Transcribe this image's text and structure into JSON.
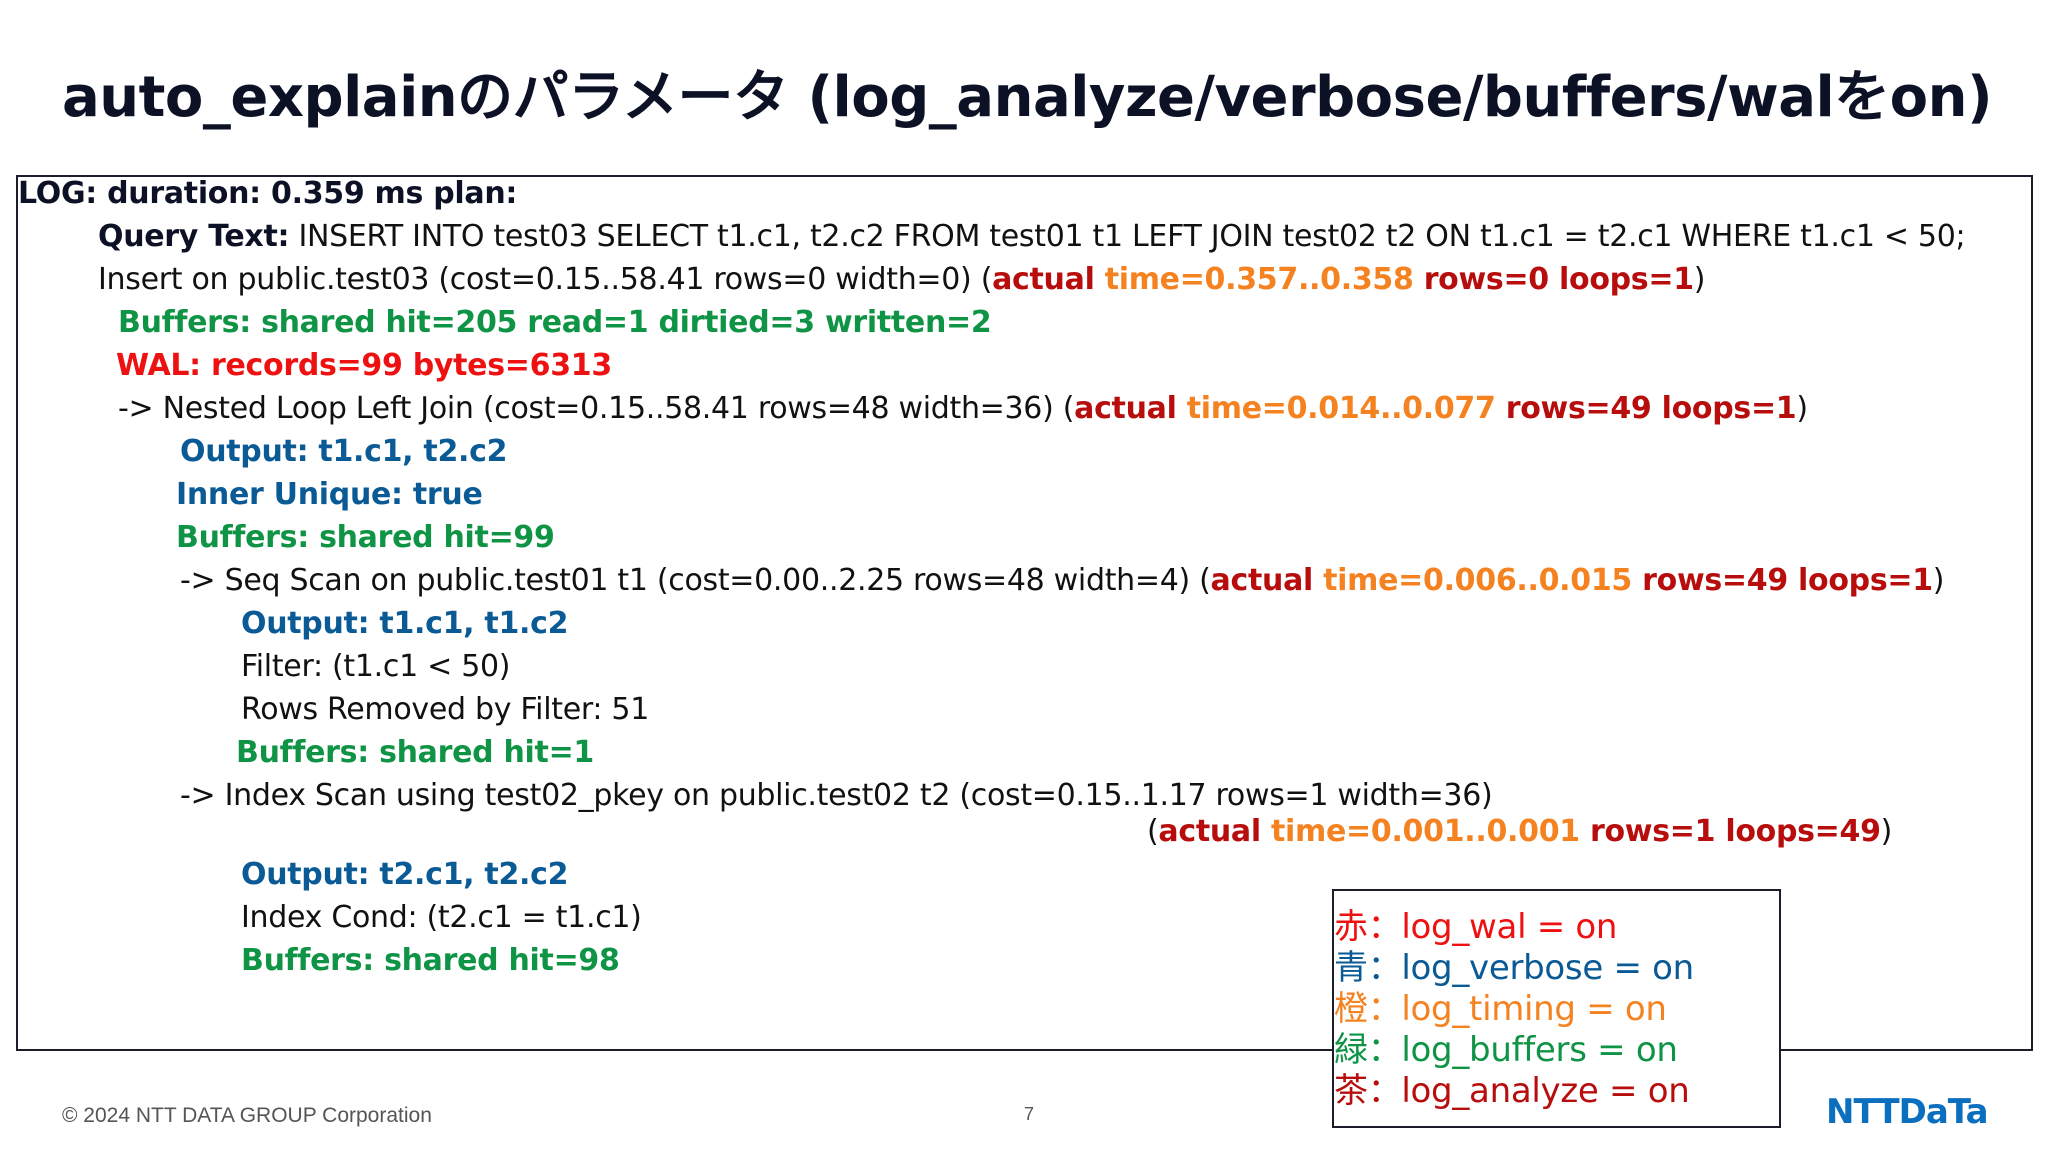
{
  "slide": {
    "title": "auto_explainのパラメータ (log_analyze/verbose/buffers/walをon)",
    "page_number": "7",
    "copyright": "© 2024 NTT DATA GROUP Corporation",
    "logo_text": "NTTDaTa"
  },
  "plan": {
    "log_line": "LOG:  duration: 0.359 ms  plan:",
    "query_label": "Query Text:",
    "query_text": " INSERT INTO test03 SELECT t1.c1, t2.c2 FROM test01 t1 LEFT JOIN test02 t2 ON t1.c1 = t2.c1 WHERE t1.c1 < 50;",
    "insert": {
      "node": "Insert on public.test03  (cost=0.15..58.41 rows=0 width=0) (",
      "actual": "actual",
      "time": " time=0.357..0.358",
      "rows_loops": " rows=0 loops=1",
      "close": ")",
      "buffers": "Buffers: shared hit=205 read=1 dirtied=3 written=2",
      "wal": "WAL: records=99 bytes=6313"
    },
    "nested_loop": {
      "node": "->  Nested Loop Left Join  (cost=0.15..58.41 rows=48 width=36) (",
      "actual": "actual",
      "time": " time=0.014..0.077",
      "rows_loops": " rows=49 loops=1",
      "close": ")",
      "output": "Output: t1.c1, t2.c2",
      "inner_unique": "Inner Unique: true",
      "buffers": "Buffers: shared hit=99"
    },
    "seq_scan": {
      "node": "->  Seq Scan on public.test01 t1  (cost=0.00..2.25 rows=48 width=4) (",
      "actual": "actual",
      "time": " time=0.006..0.015",
      "rows_loops": " rows=49 loops=1",
      "close": ")",
      "output": "Output: t1.c1, t1.c2",
      "filter": "Filter: (t1.c1 < 50)",
      "rows_removed": "Rows Removed by Filter: 51",
      "buffers": "Buffers: shared hit=1"
    },
    "index_scan": {
      "node": "->  Index Scan using test02_pkey on public.test02 t2  (cost=0.15..1.17 rows=1 width=36)",
      "open": "(",
      "actual": "actual",
      "time": " time=0.001..0.001",
      "rows_loops": " rows=1 loops=49",
      "close": ")",
      "output": "Output: t2.c1, t2.c2",
      "index_cond": "Index Cond: (t2.c1 = t1.c1)",
      "buffers": "Buffers: shared hit=98"
    }
  },
  "legend": {
    "items": [
      {
        "color_name": "赤",
        "text": "：log_wal = on",
        "color": "#ee1111"
      },
      {
        "color_name": "青",
        "text": "：log_verbose = on",
        "color": "#0a5a95"
      },
      {
        "color_name": "橙",
        "text": "：log_timing = on",
        "color": "#f58220"
      },
      {
        "color_name": "緑",
        "text": "：log_buffers = on",
        "color": "#0f9446"
      },
      {
        "color_name": "茶",
        "text": "：log_analyze = on",
        "color": "#b80d0d"
      }
    ]
  },
  "colors": {
    "wal": "#ee1111",
    "verbose": "#0a5a95",
    "timing": "#f58220",
    "buffers": "#0f9446",
    "analyze": "#b80d0d",
    "logo": "#0b6fc0"
  }
}
